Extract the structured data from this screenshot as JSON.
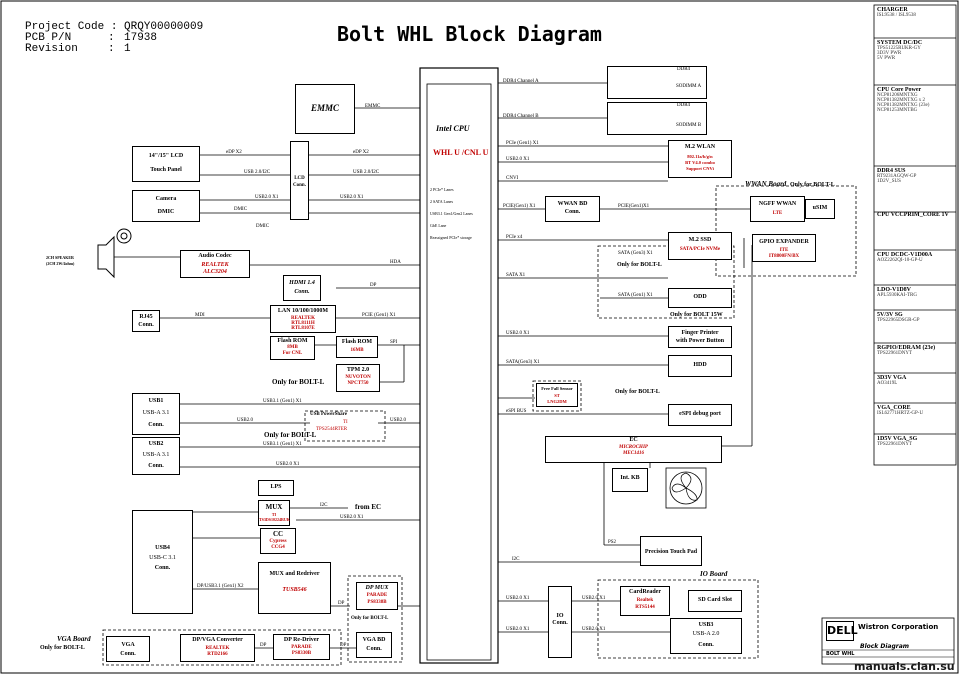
{
  "header": {
    "project_label": "Project Code :",
    "project_value": "QRQY00000009",
    "pcb_label": "PCB P/N",
    "pcb_sep": ":",
    "pcb_value": "17938",
    "rev_label": "Revision",
    "rev_sep": ":",
    "rev_value": "1",
    "title": "Bolt WHL Block Diagram"
  },
  "blocks": {
    "emmc": "EMMC",
    "cpu": "Intel CPU",
    "cpu_sub": "WHL U /CNL U",
    "lcd": "14\"/15\" LCD",
    "touch": "Touch Panel",
    "lcd_conn": "LCD",
    "lcd_conn2": "Conn.",
    "camera": "Camera",
    "dmic": "DMIC",
    "audio": "Audio Codec",
    "audio_v": "REALTEK",
    "audio_p": "ALC3204",
    "spk": "2CH SPEAKER",
    "spk2": "(2CH 2W/4ohm)",
    "hdmi": "HDMI 1.4",
    "hdmi2": "Conn.",
    "lan": "LAN 10/100/1000M",
    "lan_v": "REALTEK",
    "lan_p1": "RTL8111H",
    "lan_p2": "RTL8107E",
    "rj45": "RJ45",
    "rj45b": "Conn.",
    "flash1": "Flash ROM",
    "flash1_s": "8MB",
    "flash1_f": "For CNL",
    "flash2": "Flash ROM",
    "flash2_s": "16MB",
    "tpm": "TPM 2.0",
    "tpm_v": "NUVOTON",
    "tpm_p": "NPCT750",
    "usb1": "USB1",
    "usb1s": "USB-A 3.1",
    "usb1c": "Conn.",
    "usbps": "USB PowerShare",
    "usbps_v": "TI",
    "usbps_p": "TPS2544RTER",
    "usb2": "USB2",
    "usb2s": "USB-A 3.1",
    "usb2c": "Conn.",
    "lps": "LPS",
    "mux": "MUX",
    "mux_v": "TI",
    "mux_p": "TS3DS10224RUK",
    "cc": "CC",
    "cc_v": "Cypress",
    "cc_p": "CCG4",
    "usb4": "USB4",
    "usb4s": "USB-C 3.1",
    "usb4c": "Conn.",
    "redriver": "MUX and Redriver",
    "redriver_p": "TUSB546",
    "dpmux": "DP MUX",
    "dpmux_v": "PARADE",
    "dpmux_p": "PS8338B",
    "vgabd": "VGA BD",
    "vgabd2": "Conn.",
    "vgaconv": "DP/VGA Converter",
    "vgaconv_v": "REALTEK",
    "vgaconv_p": "RTD2166",
    "dprd": "DP Re-Driver",
    "dprd_v": "PARADE",
    "dprd_p": "PS8330B",
    "vga": "VGA",
    "vga2": "Conn.",
    "ddr4": "DDR4",
    "sodimm_a": "SODIMM A",
    "sodimm_b": "SODIMM B",
    "wlan": "M.2 WLAN",
    "wlan_s1": "802.11a/b/g/n",
    "wlan_s2": "BT V4.0 combo",
    "wlan_s3": "Support CNVi",
    "wwanbd": "WWAN BD",
    "wwanbd2": "Conn.",
    "ngff": "NGFF WWAN",
    "ngff_s": "LTE",
    "usim": "uSIM",
    "ssd": "M.2 SSD",
    "ssd_s": "SATA/PCIe NVMe",
    "gpio": "GPIO EXPANDER",
    "gpio_v": "ITE",
    "gpio_p": "IT8800FN/BX",
    "odd": "ODD",
    "finger": "Finger Printer",
    "finger2": "with Power Button",
    "hdd": "HDD",
    "freefall": "Free Fall Sensor",
    "freefall_v": "ST",
    "freefall_p": "LNG2DM",
    "espi": "eSPI debug port",
    "ec": "EC",
    "ec_v": "MICROCHIP",
    "ec_p": "MEC1416",
    "kb": "Int. KB",
    "tpad": "Precision Touch Pad",
    "cardreader": "CardReader",
    "cardreader_v": "Realtek",
    "cardreader_p": "RTS5144",
    "sdslot": "SD Card Slot",
    "usb3": "USB3",
    "usb3s": "USB-A 2.0",
    "usb3c": "Conn.",
    "ioconn": "IO",
    "ioconn2": "Conn."
  },
  "signals": {
    "ddr_a": "DDR4 Channel A",
    "ddr_b": "DDR4 Channel B",
    "emmc": "EMMC",
    "edp1": "eDP X2",
    "edp2": "eDP X2",
    "usb20_1": "USB 2.0/I2C",
    "usb20_2": "USB 2.0/I2C",
    "usb20_cam": "USB2.0 X1",
    "usb20_cam2": "USB2.0 X1",
    "dmic1": "DMIC",
    "dmic2": "DMIC",
    "hda": "HDA",
    "dp": "DP",
    "mdi": "MDI",
    "pcie_lan": "PCIE (Gen1) X1",
    "spi": "SPI",
    "usb31_1": "USB3.1 (Gen1) X1",
    "usb20_ps": "USB2.0",
    "usb20_ps2": "USB2.0",
    "usb31_2": "USB3.1 (Gen1) X1",
    "usb20_u2": "USB2.0 X1",
    "i2c": "I2C",
    "usb20_c": "USB2.0 X1",
    "dp_usb": "DP/USB3.1 (Gen1) X2",
    "dp2": "DP",
    "dp3": "DP",
    "dp4": "DP",
    "pcie_wlan": "PCIe (Gen1) X1",
    "usb20_wl": "USB2.0 X1",
    "cnvi": "CNVI",
    "pcie_wwan": "PCIE(Gen1) X1",
    "pcie_wwan2": "PCIE(Gen1)X1",
    "pcie_x4": "PCIe x4",
    "sata_ssd": "SATA (Gen3) X1",
    "sata_x1": "SATA X1",
    "sata_odd": "SATA (Gen1) X1",
    "usb20_fp": "USB2.0 X1",
    "sata_hdd": "SATA(Gen3) X1",
    "espi": "eSPI BUS",
    "ps2": "PS2",
    "i2c_tp": "I2C",
    "usb20_io": "USB2.0 X1",
    "usb20_io2": "USB2.0 X1",
    "usb20_io3": "USB2.0 X1",
    "usb20_io4": "USB2.0 X1"
  },
  "notes": {
    "bolt_l1": "Only for BOLT-L",
    "bolt_l2": "Only for BOLT-L",
    "bolt_l3": "Only for BOLT-L",
    "bolt_l4": "Only for BOLT-L",
    "bolt_l5": "Only for BOLT-L",
    "bolt_15": "Only for BOLT 15W",
    "bolt_vga": "Only for BOLT-L",
    "wwan_board": "WWAN Board",
    "wwan_only": "Only for BOLT-L",
    "io_board": "IO Board",
    "vga_board": "VGA Board",
    "from_ec": "from EC"
  },
  "cpu_notes": [
    "2 PCIe* Lanes",
    "2 SATA Lanes",
    "USB3.1 Gen1/Gen2 Lanes",
    "GbE Lane",
    "Reassigned PCIe* storage"
  ],
  "power": [
    {
      "title": "CHARGER",
      "lines": [
        "ISL9538 / ISL9538"
      ]
    },
    {
      "title": "SYSTEM DC/DC",
      "lines": [
        "TPS51225RUKR-GY",
        "3D3V PWR",
        "5V PWR"
      ]
    },
    {
      "title": "CPU Core Power",
      "lines": [
        "NCP81206MNTXG",
        "NCP81382MNTXG x 2",
        "NCP81382MNTXG (23e)",
        "NCP81253MNTBG"
      ]
    },
    {
      "title": "DDR4 SUS",
      "lines": [
        "RT9231AGQW-GP",
        "1D2V_SUS"
      ]
    },
    {
      "title": "CPU VCCPRIM_CORE 1V",
      "lines": []
    },
    {
      "title": "CPU DCDC-V1D00A",
      "lines": [
        "AOZ2262QI-10-GP-U"
      ]
    },
    {
      "title": "LDO-V1D8V",
      "lines": [
        "APL5930KAI-TRG"
      ]
    },
    {
      "title": "5V/3V SG",
      "lines": [
        "TPS22965DSGR-GP"
      ]
    },
    {
      "title": "RGPIO/EDRAM (23e)",
      "lines": [
        "TPS22961DNYT"
      ]
    },
    {
      "title": "3D3V VGA",
      "lines": [
        "AO3419L"
      ]
    },
    {
      "title": "VGA_CORE",
      "lines": [
        "ISL62771HRTZ-GP-U"
      ]
    },
    {
      "title": "1D5V VGA_SG",
      "lines": [
        "TPS22961DNYT"
      ]
    }
  ],
  "dell": {
    "logo": "DELL",
    "company": "Wistron Corporation",
    "doc": "Block Diagram",
    "name": "BOLT WHL"
  },
  "watermark": "manuals.clan.su"
}
